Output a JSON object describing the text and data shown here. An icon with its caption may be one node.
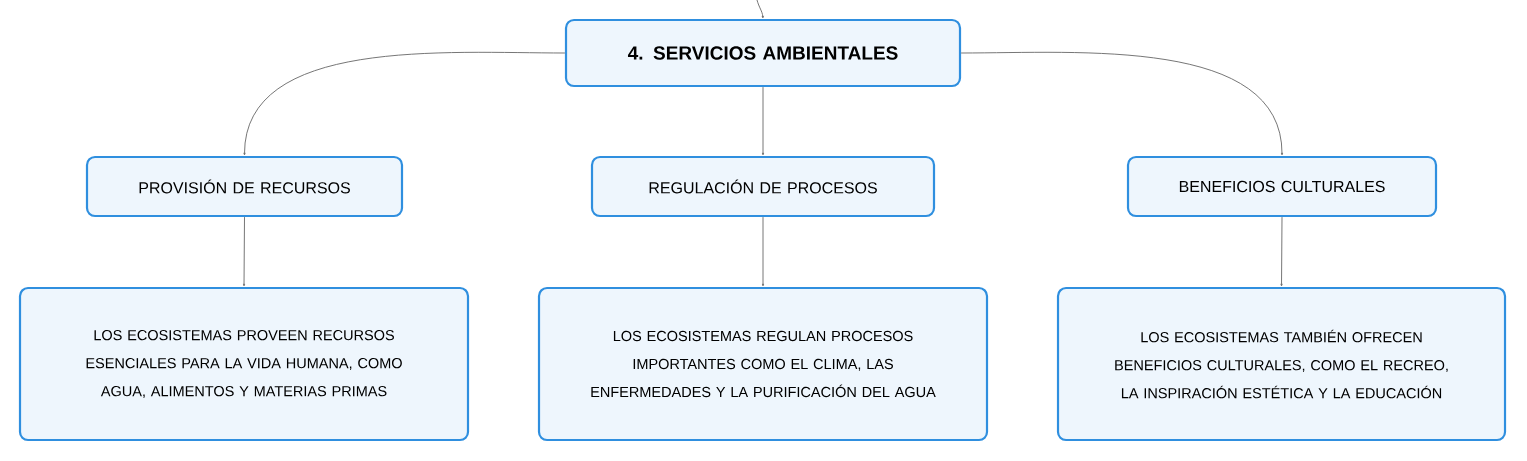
{
  "diagram": {
    "nodes": [
      {
        "text": [
          "4. SERVICIOS AMBIENTALES"
        ]
      },
      {
        "text": [
          "PROVISIÓN DE RECURSOS"
        ]
      },
      {
        "text": [
          "REGULACIÓN DE PROCESOS"
        ]
      },
      {
        "text": [
          "BENEFICIOS CULTURALES"
        ]
      },
      {
        "text": [
          "LOS ECOSISTEMAS PROVEEN RECURSOS ESENCIALES PARA LA VIDA HUMANA, COMO AGUA, ALIMENTOS Y MATERIAS PRIMAS"
        ]
      },
      {
        "text": [
          "LOS ECOSISTEMAS REGULAN PROCESOS IMPORTANTES COMO EL CLIMA, LAS ENFERMEDADES Y LA PURIFICACIÓN DEL AGUA"
        ]
      },
      {
        "text": [
          "LOS ECOSISTEMAS TAMBIÉN OFRECEN BENEFICIOS CULTURALES, COMO EL RECREO, LA INSPIRACIÓN ESTÉTICA Y LA EDUCACIÓN"
        ]
      }
    ],
    "edges": [
      {
        "from": null,
        "to": 0,
        "arrow": "to"
      },
      {
        "from": 0,
        "to": 1,
        "arrow": "to"
      },
      {
        "from": 0,
        "to": 2,
        "arrow": "to"
      },
      {
        "from": 0,
        "to": 3,
        "arrow": "to"
      },
      {
        "from": 1,
        "to": 4,
        "arrow": "to"
      },
      {
        "from": 2,
        "to": 5,
        "arrow": "to"
      },
      {
        "from": 3,
        "to": 6,
        "arrow": "to"
      }
    ]
  }
}
